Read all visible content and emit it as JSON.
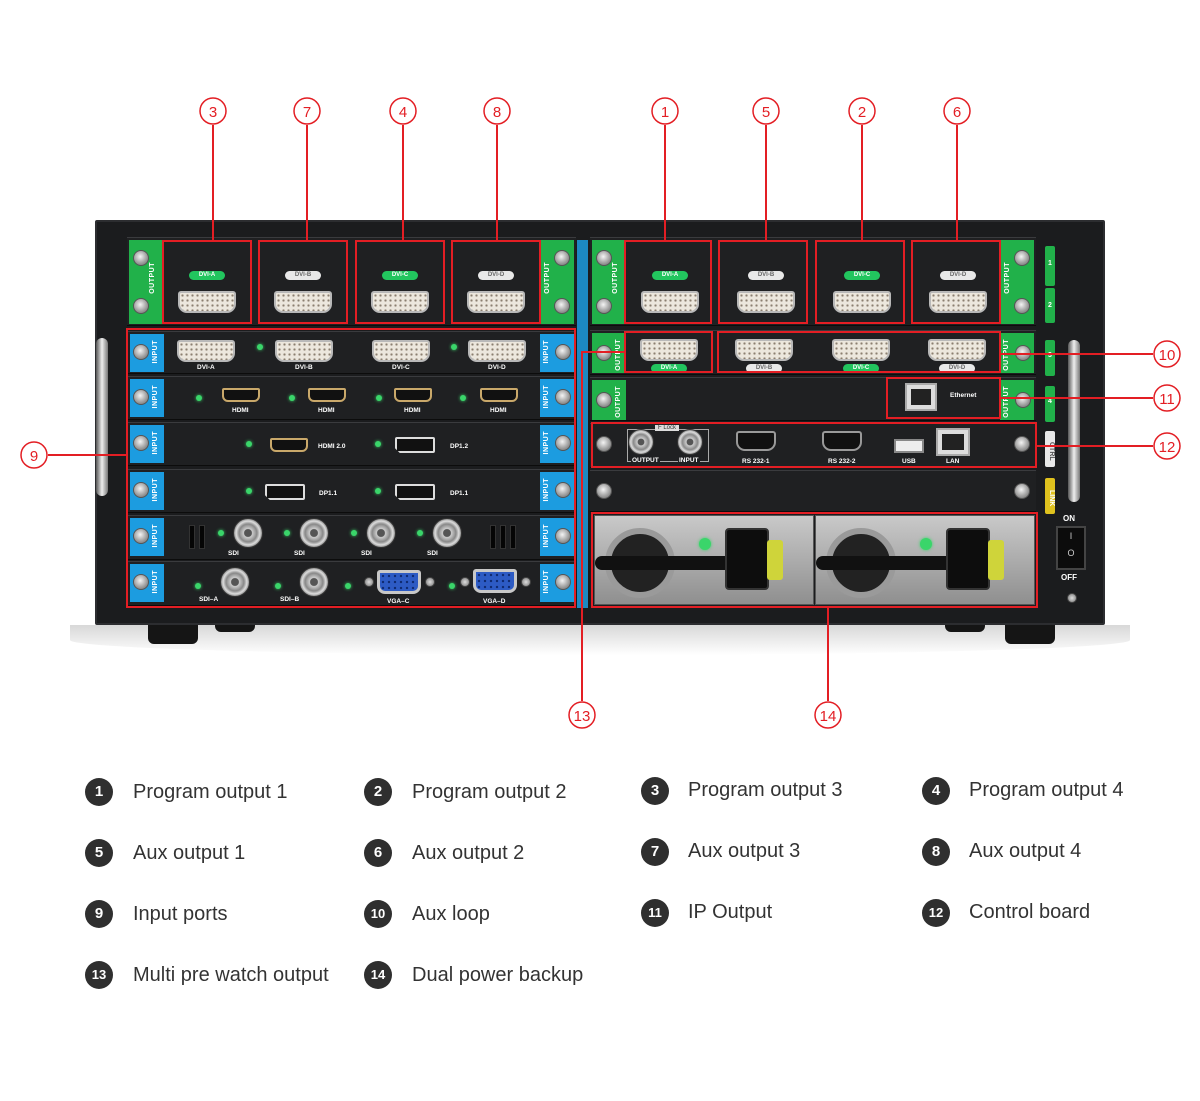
{
  "callouts": {
    "top": [
      "3",
      "7",
      "4",
      "8",
      "1",
      "5",
      "2",
      "6"
    ],
    "nine": "9",
    "ten": "10",
    "eleven": "11",
    "twelve": "12",
    "thirteen": "13",
    "fourteen": "14"
  },
  "tabs": {
    "output": "OUTPUT",
    "input": "INPUT"
  },
  "left_output_card": {
    "labels": [
      "DVI-A",
      "DVI-B",
      "DVI-C",
      "DVI-D"
    ]
  },
  "dvi_input_card": {
    "labels": [
      "DVI-A",
      "DVI-B",
      "DVI-C",
      "DVI-D"
    ]
  },
  "hdmi_input_card": {
    "labels": [
      "HDMI",
      "HDMI",
      "HDMI",
      "HDMI"
    ]
  },
  "hdmi2_card": {
    "labels": [
      "HDMI 2.0",
      "DP1.2"
    ]
  },
  "dp_card": {
    "labels": [
      "DP1.1",
      "DP1.1"
    ]
  },
  "sdi_card": {
    "labels": [
      "SDI",
      "SDI",
      "SDI",
      "SDI"
    ]
  },
  "mixed_card": {
    "labels": [
      "SDI–A",
      "SDI–B",
      "VGA–C",
      "VGA–D"
    ]
  },
  "right_output_card": {
    "labels": [
      "DVI-A",
      "DVI-B",
      "DVI-C",
      "DVI-D"
    ]
  },
  "aux_loop_card": {
    "labels": [
      "DVI-A",
      "DVI-B",
      "DVI-C",
      "DVI-D"
    ]
  },
  "ip_card": {
    "label": "Ethernet"
  },
  "control_card": {
    "flock": "F Lock",
    "output": "OUTPUT",
    "input": "INPUT",
    "rs1": "RS 232-1",
    "rs2": "RS 232-2",
    "usb": "USB",
    "lan": "LAN"
  },
  "side_indicators": [
    "1",
    "2",
    "3",
    "4",
    "CTRL",
    "LINK"
  ],
  "power_switch": {
    "on": "ON",
    "off": "OFF",
    "i": "I",
    "o": "O"
  },
  "legend": [
    {
      "n": "1",
      "text": "Program output 1"
    },
    {
      "n": "2",
      "text": "Program output 2"
    },
    {
      "n": "3",
      "text": "Program output 3"
    },
    {
      "n": "4",
      "text": "Program output 4"
    },
    {
      "n": "5",
      "text": "Aux output 1"
    },
    {
      "n": "6",
      "text": "Aux output 2"
    },
    {
      "n": "7",
      "text": "Aux output 3"
    },
    {
      "n": "8",
      "text": "Aux output 4"
    },
    {
      "n": "9",
      "text": "Input ports"
    },
    {
      "n": "10",
      "text": "Aux loop"
    },
    {
      "n": "11",
      "text": "IP Output"
    },
    {
      "n": "12",
      "text": "Control board"
    },
    {
      "n": "13",
      "text": "Multi pre watch output"
    },
    {
      "n": "14",
      "text": "Dual power backup"
    }
  ],
  "colors": {
    "callout": "#e31e24",
    "output_tab": "#21b14a",
    "input_tab": "#1c9ce0",
    "link": "#cfd43a"
  }
}
